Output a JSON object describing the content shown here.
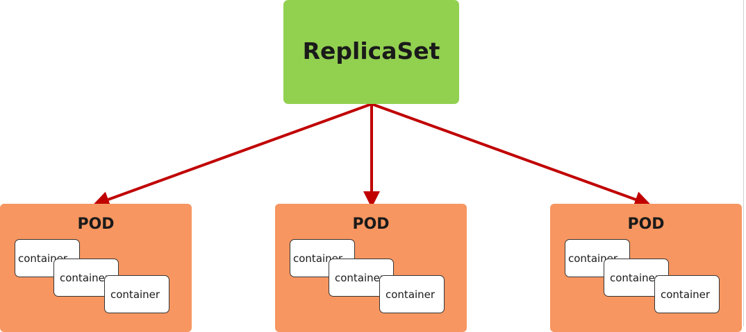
{
  "replicaset": {
    "label": "ReplicaSet"
  },
  "pods": [
    {
      "title": "POD",
      "containers": [
        "container",
        "container",
        "container"
      ]
    },
    {
      "title": "POD",
      "containers": [
        "container",
        "container",
        "container"
      ]
    },
    {
      "title": "POD",
      "containers": [
        "container",
        "container",
        "container"
      ]
    }
  ],
  "colors": {
    "replicaset_fill": "#92d050",
    "pod_fill": "#f79661",
    "arrow": "#c00000"
  }
}
